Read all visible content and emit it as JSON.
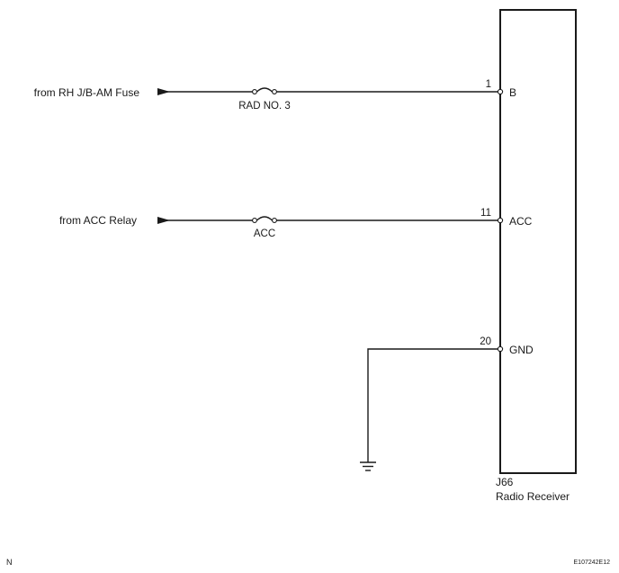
{
  "component": {
    "code": "J66",
    "name": "Radio Receiver"
  },
  "circuits": [
    {
      "source": "from RH J/B-AM Fuse",
      "fuse": "RAD NO. 3",
      "pin": "1",
      "terminal": "B"
    },
    {
      "source": "from ACC Relay",
      "fuse": "ACC",
      "pin": "11",
      "terminal": "ACC"
    }
  ],
  "ground": {
    "pin": "20",
    "terminal": "GND"
  },
  "footer": {
    "left": "N",
    "right": "E107242E12"
  },
  "colors": {
    "ink": "#1a1a1a",
    "background": "#ffffff"
  }
}
